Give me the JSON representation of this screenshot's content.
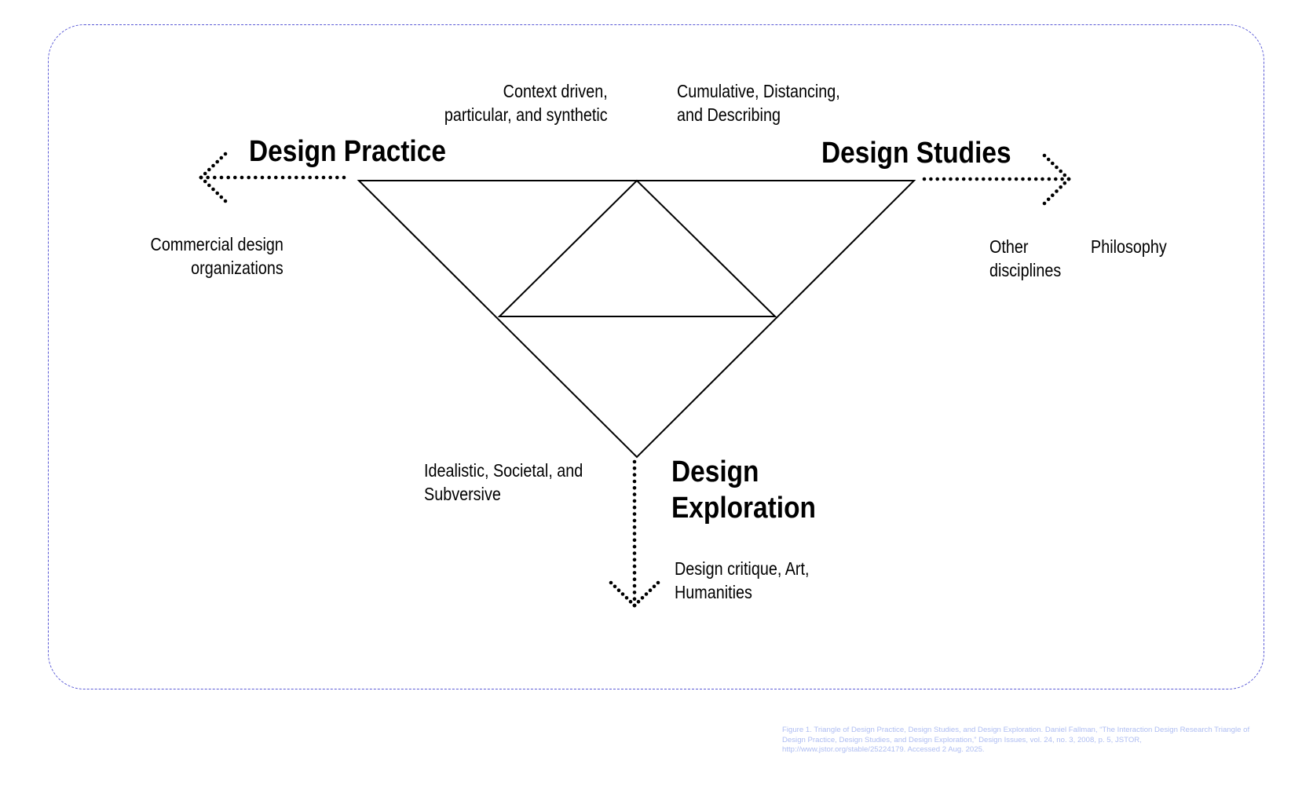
{
  "diagram": {
    "nodes": {
      "design_practice": "Design Practice",
      "design_studies": "Design Studies",
      "design_exploration_line1": "Design",
      "design_exploration_line2": "Exploration"
    },
    "annotations": {
      "context_line1": "Context driven,",
      "context_line2": "particular, and synthetic",
      "cumulative_line1": "Cumulative, Distancing,",
      "cumulative_line2": "and Describing",
      "commercial_line1": "Commercial design",
      "commercial_line2": "organizations",
      "other_line1": "Other",
      "other_line2": "disciplines",
      "philosophy": "Philosophy",
      "idealistic_line1": "Idealistic, Societal, and",
      "idealistic_line2": "Subversive",
      "critique_line1": "Design critique, Art,",
      "critique_line2": "Humanities"
    }
  },
  "caption": "Figure 1. Triangle of Design Practice, Design Studies, and Design Exploration. Daniel Fallman, “The Interaction Design Research Triangle of Design Practice, Design Studies, and Design Exploration,” Design Issues, vol. 24, no. 3, 2008, p. 5, JSTOR, http://www.jstor.org/stable/25224179. Accessed 2 Aug. 2025.",
  "colors": {
    "frame_border": "#5a5ad6",
    "caption_text": "#aebdf2",
    "ink": "#000000"
  }
}
